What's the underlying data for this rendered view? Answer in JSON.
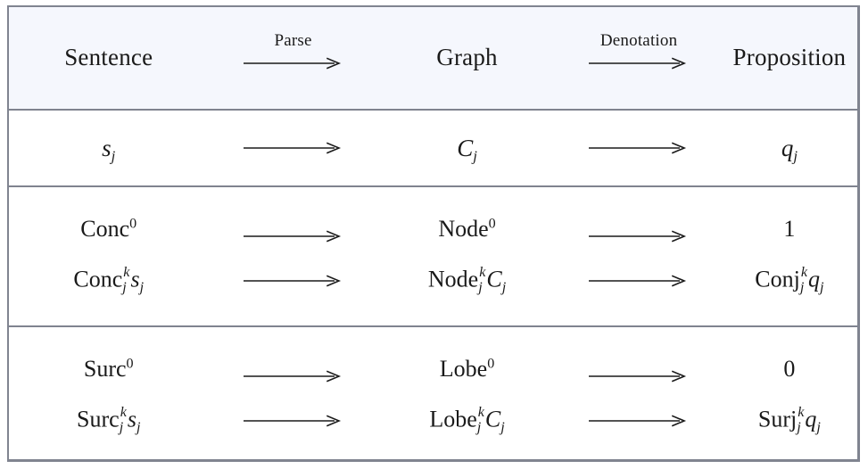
{
  "table": {
    "columns": [
      "Sentence",
      "Parse",
      "Graph",
      "Denotation",
      "Proposition"
    ],
    "header": {
      "sentence": "Sentence",
      "arrow1_label": "Parse",
      "graph": "Graph",
      "arrow2_label": "Denotation",
      "proposition": "Proposition"
    },
    "blocks": [
      {
        "id": "base",
        "rows": [
          {
            "sentence": {
              "base": "s",
              "sub": "j",
              "style": "italic"
            },
            "graph": {
              "base": "C",
              "sub": "j",
              "style": "italic"
            },
            "proposition": {
              "base": "q",
              "sub": "j",
              "style": "italic"
            }
          }
        ]
      },
      {
        "id": "conc",
        "rows": [
          {
            "sentence": {
              "base": "Conc",
              "sup": "0"
            },
            "graph": {
              "base": "Node",
              "sup": "0"
            },
            "proposition": {
              "base": "1"
            }
          },
          {
            "sentence": {
              "base": "Conc",
              "sup": "k",
              "sub": "j",
              "arg_base": "s",
              "arg_sub": "j"
            },
            "graph": {
              "base": "Node",
              "sup": "k",
              "sub": "j",
              "arg_base": "C",
              "arg_sub": "j"
            },
            "proposition": {
              "base": "Conj",
              "sup": "k",
              "sub": "j",
              "arg_base": "q",
              "arg_sub": "j"
            }
          }
        ]
      },
      {
        "id": "surc",
        "rows": [
          {
            "sentence": {
              "base": "Surc",
              "sup": "0"
            },
            "graph": {
              "base": "Lobe",
              "sup": "0"
            },
            "proposition": {
              "base": "0"
            }
          },
          {
            "sentence": {
              "base": "Surc",
              "sup": "k",
              "sub": "j",
              "arg_base": "s",
              "arg_sub": "j"
            },
            "graph": {
              "base": "Lobe",
              "sup": "k",
              "sub": "j",
              "arg_base": "C",
              "arg_sub": "j"
            },
            "proposition": {
              "base": "Surj",
              "sup": "k",
              "sub": "j",
              "arg_base": "q",
              "arg_sub": "j"
            }
          }
        ]
      }
    ],
    "arrow_glyph": "rightwards-arrow",
    "colors": {
      "header_background": "#f5f7fd",
      "border": "#7f838f",
      "text": "#1a1a1a",
      "body_background": "#ffffff"
    }
  }
}
